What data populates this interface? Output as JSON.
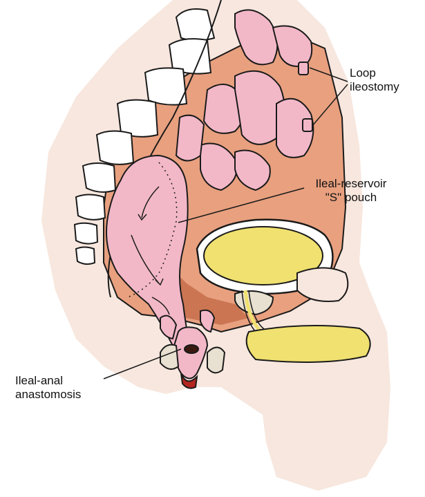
{
  "labels": {
    "loop_ileostomy": [
      "Loop",
      "ileostomy"
    ],
    "ileal_reservoir": [
      "Ileal-reservoir",
      "\"S\" pouch"
    ],
    "ileal_anal": [
      "Ileal-anal",
      "anastomosis"
    ]
  },
  "colors": {
    "outline": "#1a1a1a",
    "bowel_pink": "#f2b8c8",
    "pelvic_cavity": "#e8a07f",
    "pelvic_cavity_dark": "#c8704f",
    "skin": "#f7e7de",
    "bladder_fill": "#f0e170",
    "prostate": "#f0e170",
    "bone": "#ffffff",
    "anal_red": "#b3261e"
  }
}
